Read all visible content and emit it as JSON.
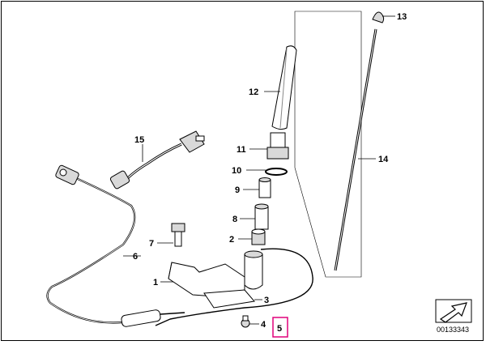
{
  "diagram": {
    "labels": {
      "p1": "1",
      "p2": "2",
      "p3": "3",
      "p4": "4",
      "p5": "5",
      "p6": "6",
      "p7": "7",
      "p8": "8",
      "p9": "9",
      "p10": "10",
      "p11": "11",
      "p12": "12",
      "p13": "13",
      "p14": "14",
      "p15": "15"
    },
    "highlighted_part": "5",
    "highlight_color": "#e0007a",
    "diagram_number": "00133343",
    "corner_icon": "arrow-nav-icon"
  }
}
